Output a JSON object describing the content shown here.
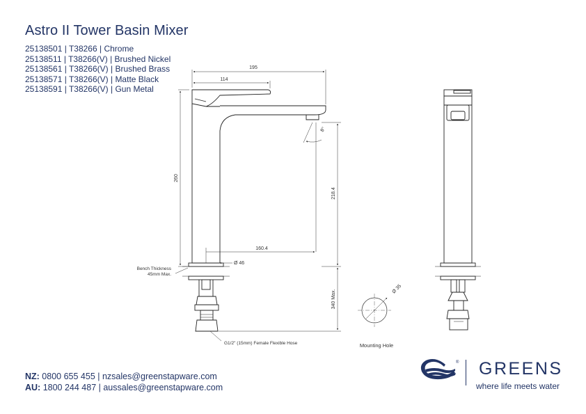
{
  "title": "Astro II Tower Basin Mixer",
  "codes": [
    "25138501 | T38266 | Chrome",
    "25138511 | T38266(V) | Brushed Nickel",
    "25138561 | T38266(V) | Brushed Brass",
    "25138571 | T38266(V) | Matte Black",
    "25138591 | T38266(V) | Gun Metal"
  ],
  "dimensions": {
    "d195": "195",
    "d114": "114",
    "d260": "260",
    "d218": "218.4",
    "d160": "160.4",
    "d46": "Ø 46",
    "d340": "340 Max.",
    "d35": "Ø 35",
    "angle": "8°"
  },
  "notes": {
    "bench1": "Bench Thickness",
    "bench2": "45mm Max.",
    "hose": "G1/2\" (15mm) Female Flexible Hose",
    "mounting": "Mounting Hole"
  },
  "contact": {
    "nz_label": "NZ:",
    "nz_text": " 0800 655 455 | nzsales@greenstapware.com",
    "au_label": "AU:",
    "au_text": " 1800 244 487 | aussales@greenstapware.com"
  },
  "brand": {
    "name": "GREENS",
    "tagline": "where life meets water",
    "registered": "®",
    "colors": {
      "navy": "#233566"
    }
  }
}
